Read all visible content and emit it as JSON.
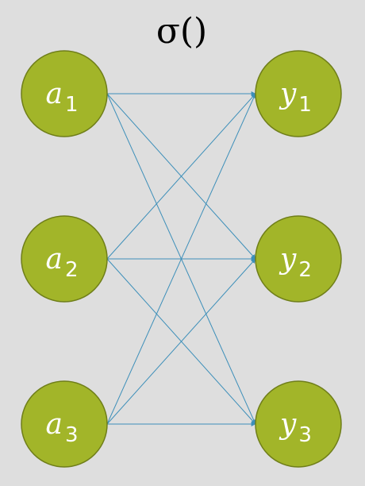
{
  "title": "σ()",
  "colors": {
    "background": "#dedede",
    "node_fill": "#a2b529",
    "node_stroke": "#6f7e19",
    "edge": "#3d8fb9",
    "node_text": "#ffffff"
  },
  "inputs": [
    {
      "var": "a",
      "sub": "1"
    },
    {
      "var": "a",
      "sub": "2"
    },
    {
      "var": "a",
      "sub": "3"
    }
  ],
  "outputs": [
    {
      "var": "y",
      "sub": "1"
    },
    {
      "var": "y",
      "sub": "2"
    },
    {
      "var": "y",
      "sub": "3"
    }
  ],
  "edges": [
    {
      "from": 0,
      "to": 0
    },
    {
      "from": 0,
      "to": 1
    },
    {
      "from": 0,
      "to": 2
    },
    {
      "from": 1,
      "to": 0
    },
    {
      "from": 1,
      "to": 1
    },
    {
      "from": 1,
      "to": 2
    },
    {
      "from": 2,
      "to": 0
    },
    {
      "from": 2,
      "to": 1
    },
    {
      "from": 2,
      "to": 2
    }
  ]
}
